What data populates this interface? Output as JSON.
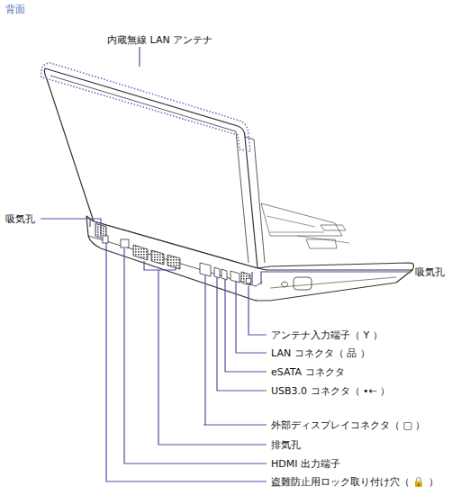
{
  "diagram": {
    "title": "背面",
    "labels": [
      "内蔵無線 LAN アンテナ",
      "吸気孔",
      "吸気孔",
      "アンテナ入力端子（ Y ）",
      "LAN コネクタ（ 品 ）",
      "eSATA コネクタ",
      "USB3.0 コネクタ（ •⇠ ）",
      "外部ディスプレイコネクタ（ ▢ ）",
      "排気孔",
      "HDMI 出力端子",
      "盗難防止用ロック取り付け穴（ 🔒 ）"
    ]
  }
}
